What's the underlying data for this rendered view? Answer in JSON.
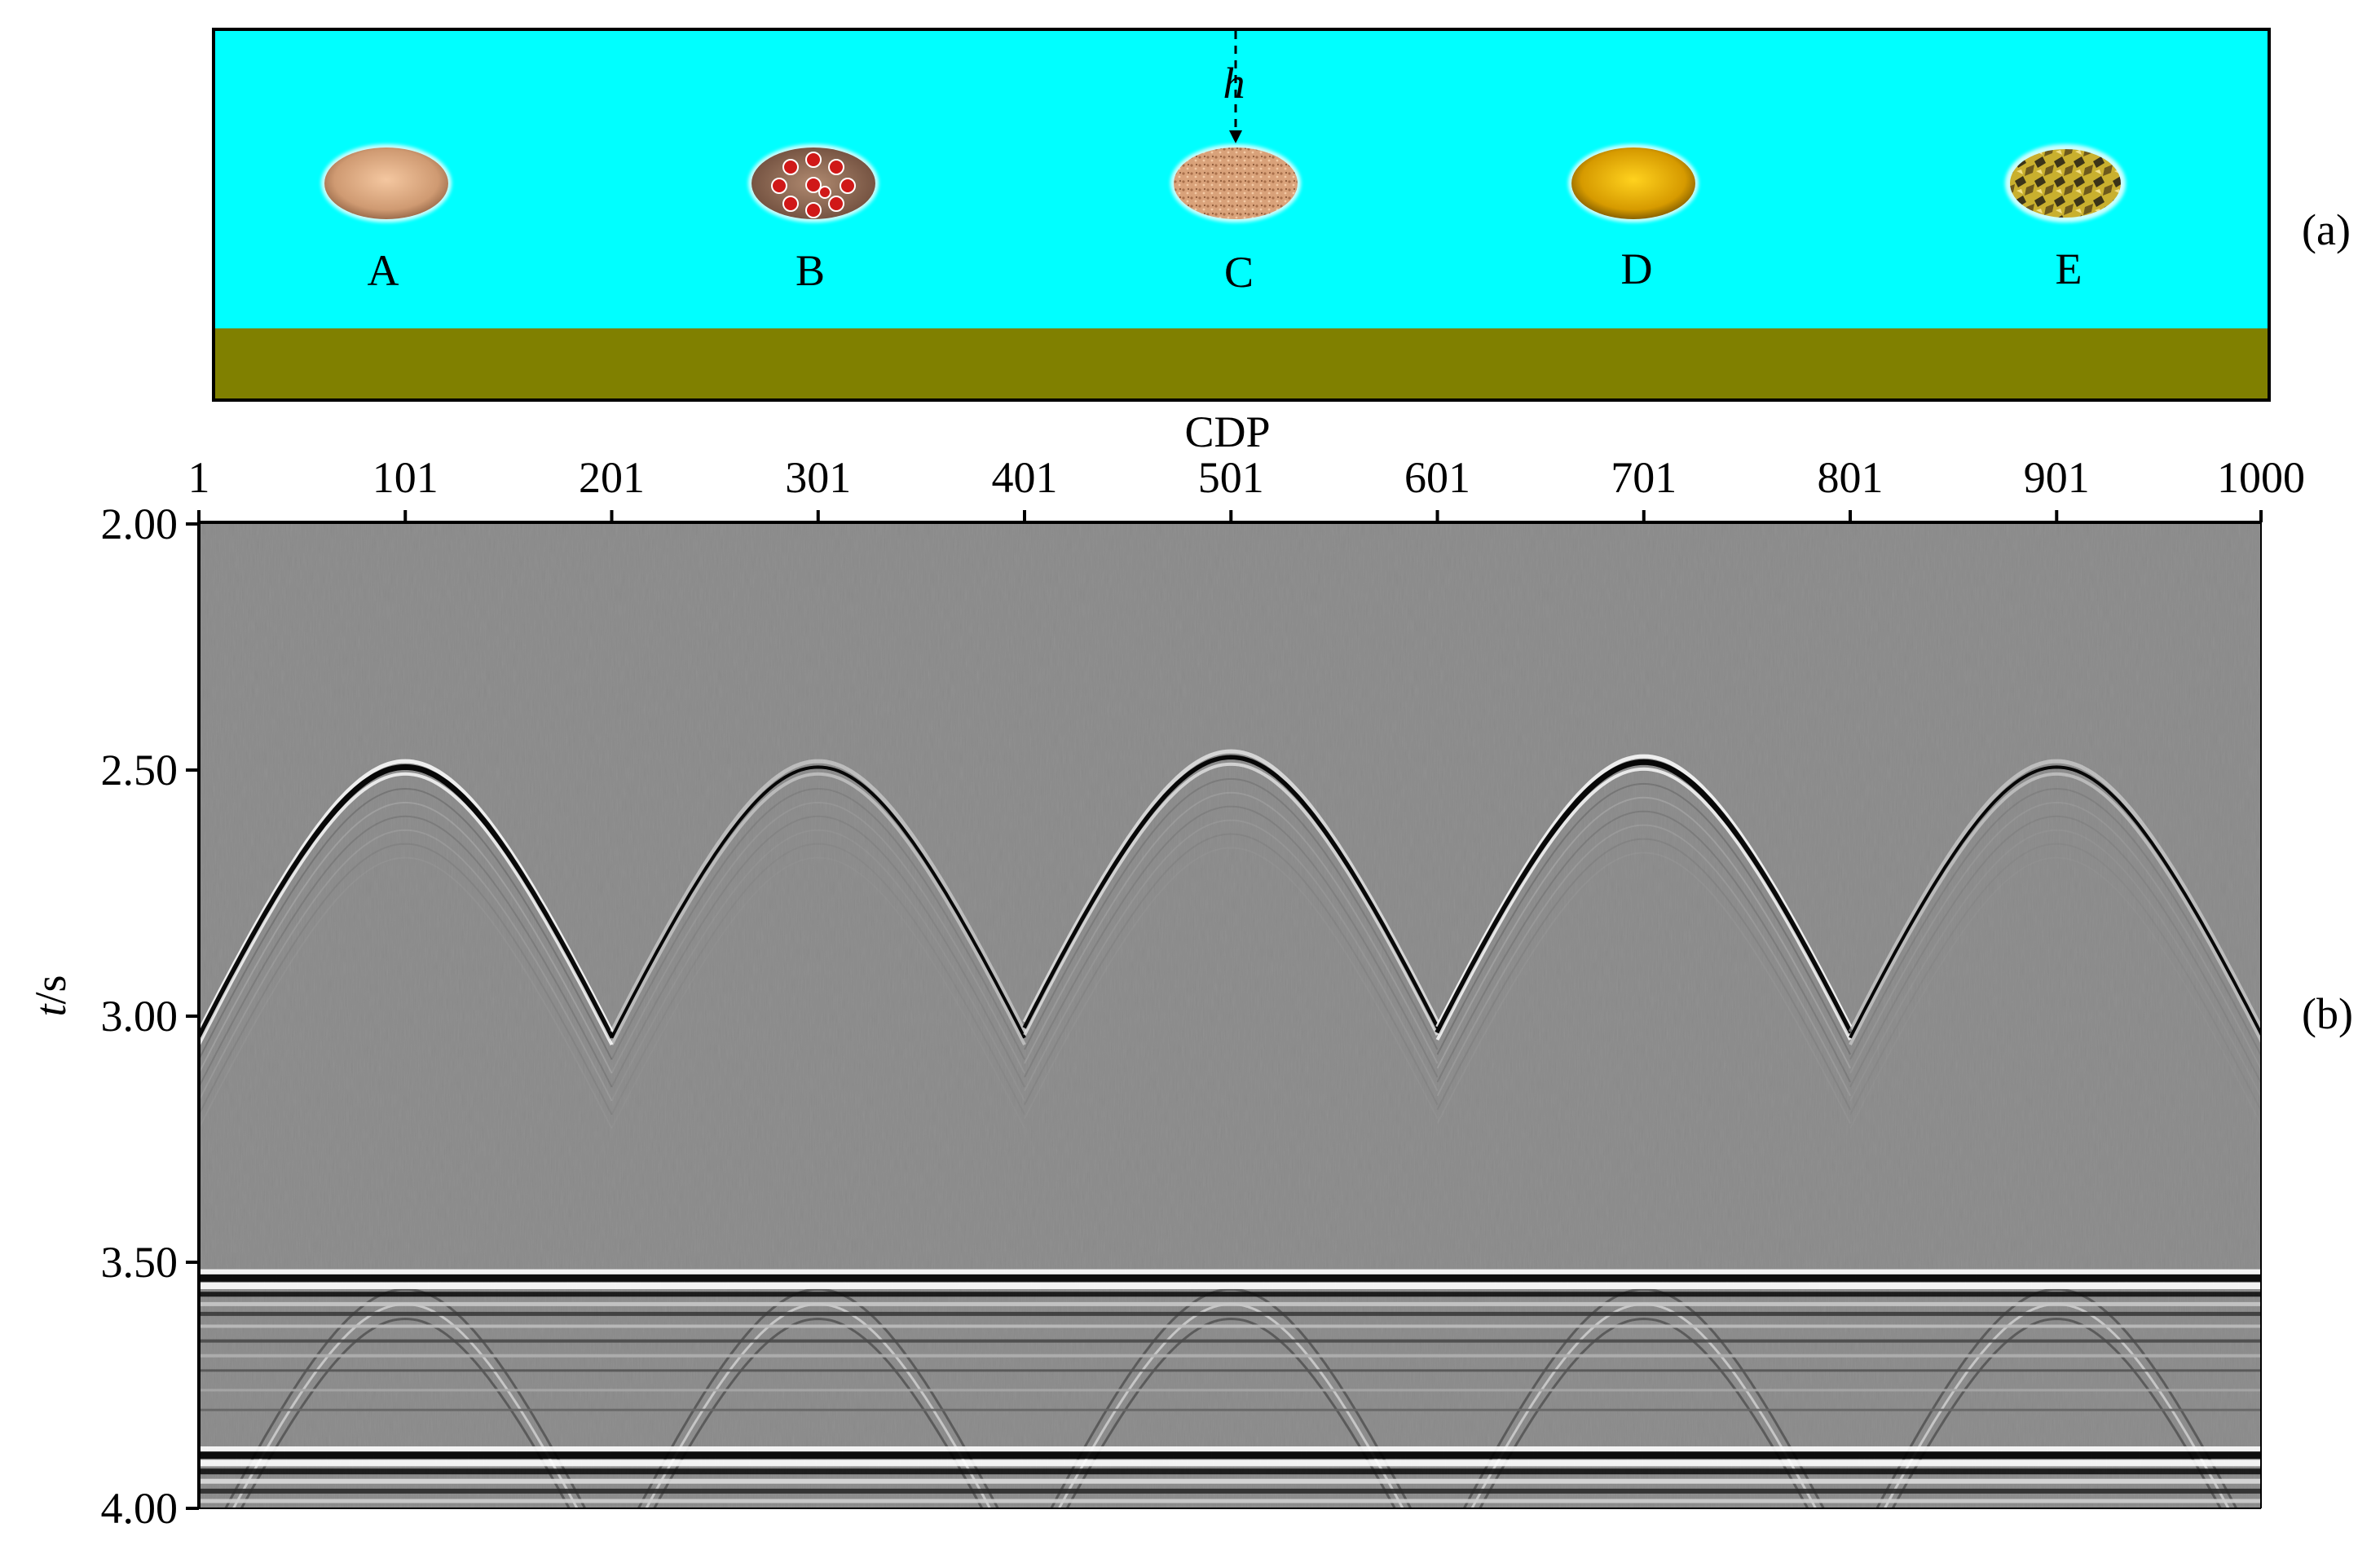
{
  "panel_a": {
    "label": "(a)",
    "depth_label": "h",
    "colors": {
      "water": "#00ffff",
      "seabed": "#808000",
      "border": "#000000"
    },
    "objects": [
      {
        "letter": "A",
        "style": "tan-ellipse"
      },
      {
        "letter": "B",
        "style": "red-dotted-ellipse"
      },
      {
        "letter": "C",
        "style": "sand-speckled-ellipse"
      },
      {
        "letter": "D",
        "style": "golden-ellipse"
      },
      {
        "letter": "E",
        "style": "camouflage-ellipse"
      }
    ]
  },
  "panel_b": {
    "label": "(b)",
    "xlabel": "CDP",
    "ylabel_italic": "t",
    "ylabel_unit": "/s",
    "x_ticks": [
      "1",
      "101",
      "201",
      "301",
      "401",
      "501",
      "601",
      "701",
      "801",
      "901",
      "1000"
    ],
    "y_ticks": [
      "2.00",
      "2.50",
      "3.00",
      "3.50",
      "4.00"
    ],
    "x_range": [
      1,
      1000
    ],
    "y_range": [
      2.0,
      4.0
    ],
    "colors": {
      "background": "#8a8a8a"
    },
    "diffraction_apexes": [
      {
        "cdp": 101,
        "t": 2.49,
        "strength": "strong"
      },
      {
        "cdp": 301,
        "t": 2.49,
        "strength": "weak"
      },
      {
        "cdp": 501,
        "t": 2.47,
        "strength": "medium"
      },
      {
        "cdp": 701,
        "t": 2.48,
        "strength": "strong"
      },
      {
        "cdp": 901,
        "t": 2.49,
        "strength": "weak"
      }
    ],
    "reflectors_t": [
      3.52,
      3.88
    ]
  }
}
